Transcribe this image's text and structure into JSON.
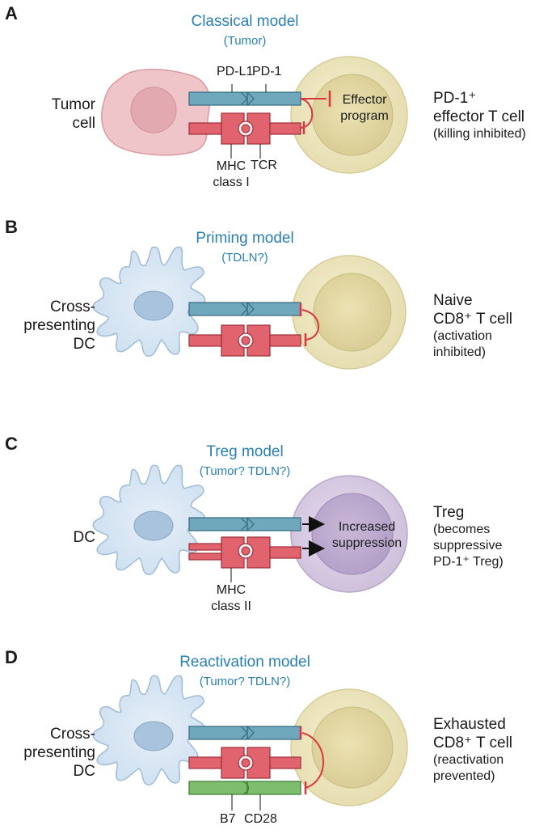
{
  "panels": [
    {
      "letter": "A",
      "title": "Classical model",
      "subtitle": "(Tumor)",
      "left_cell_label": [
        "Tumor",
        "cell"
      ],
      "top_labels": [
        "PD-L1",
        "PD-1"
      ],
      "bottom_labels": [
        [
          "MHC",
          "class I"
        ],
        [
          "TCR"
        ]
      ],
      "inner_text": [
        "Effector",
        "program"
      ],
      "right_main": [
        "PD-1⁺",
        "effector T cell"
      ],
      "right_sub": [
        "(killing inhibited)"
      ]
    },
    {
      "letter": "B",
      "title": "Priming model",
      "subtitle": "(TDLN?)",
      "left_cell_label": [
        "Cross-",
        "presenting",
        "DC"
      ],
      "right_main": [
        "Naive",
        "CD8⁺ T cell"
      ],
      "right_sub": [
        "(activation",
        "inhibited)"
      ]
    },
    {
      "letter": "C",
      "title": "Treg model",
      "subtitle": "(Tumor? TDLN?)",
      "left_cell_label": [
        "DC"
      ],
      "bottom_labels": [
        [
          "MHC",
          "class II"
        ]
      ],
      "inner_text": [
        "Increased",
        "suppression"
      ],
      "right_main": [
        "Treg"
      ],
      "right_sub": [
        "(becomes",
        "suppressive",
        "PD-1⁺ Treg)"
      ]
    },
    {
      "letter": "D",
      "title": "Reactivation model",
      "subtitle": "(Tumor? TDLN?)",
      "left_cell_label": [
        "Cross-",
        "presenting",
        "DC"
      ],
      "bottom_labels": [
        [
          "B7"
        ],
        [
          "CD28"
        ]
      ],
      "right_main": [
        "Exhausted",
        "CD8⁺ T cell"
      ],
      "right_sub": [
        "(reactivation",
        "prevented)"
      ]
    }
  ],
  "colors": {
    "title_blue": "#2a7fb3",
    "pd_bar": "#6fa8bd",
    "mhc_red": "#e0636e",
    "b7_green": "#7fbd6e",
    "tumor_pink": "#eec3c8",
    "dc_blue": "#d8e6f2",
    "tcell_yellow": "#ece6bd",
    "treg_purple": "#d9cce4",
    "inhibit_red": "#d9373f"
  }
}
